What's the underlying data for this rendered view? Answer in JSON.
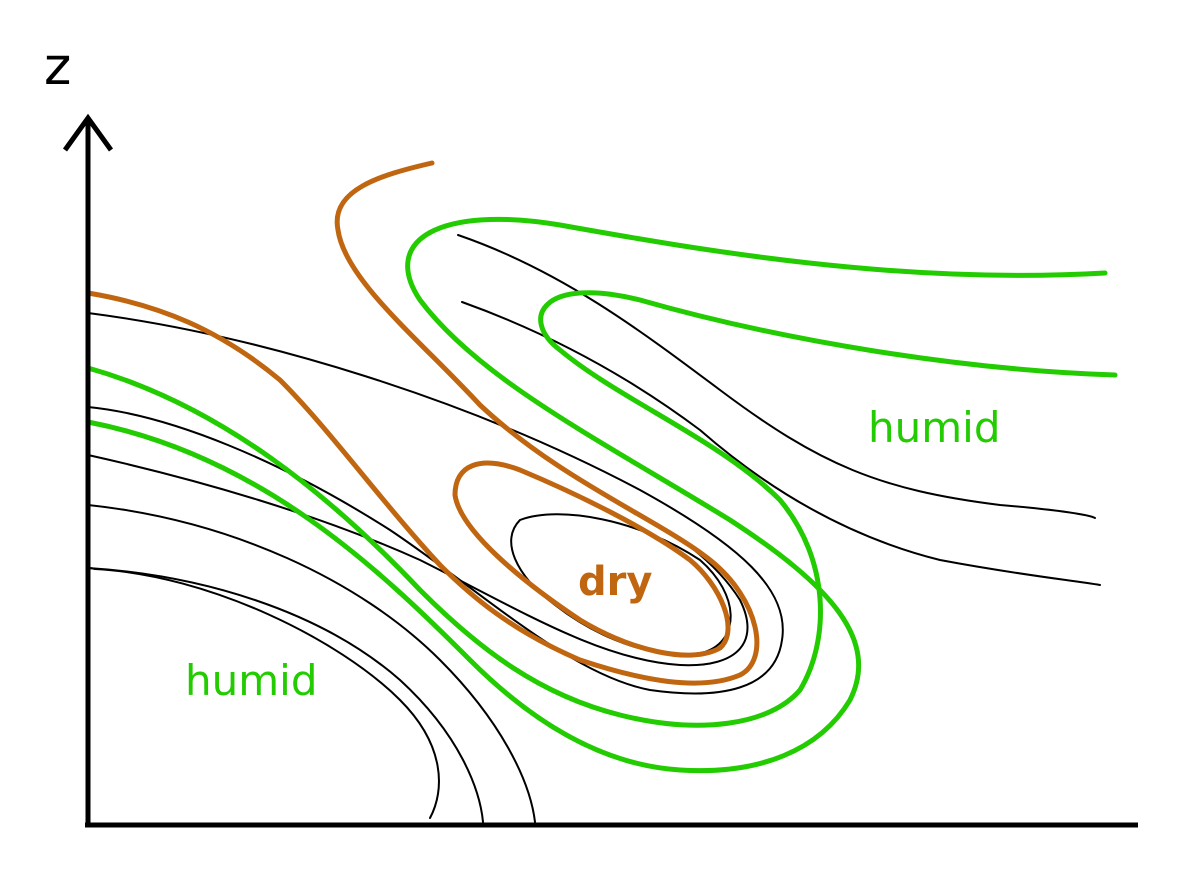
{
  "axis": {
    "z_label": "z"
  },
  "labels": {
    "humid_left": "humid",
    "humid_right": "humid",
    "dry": "dry"
  },
  "colors": {
    "humid": "#22cc00",
    "dry": "#c06610",
    "contour": "#000000",
    "axis": "#000000"
  }
}
